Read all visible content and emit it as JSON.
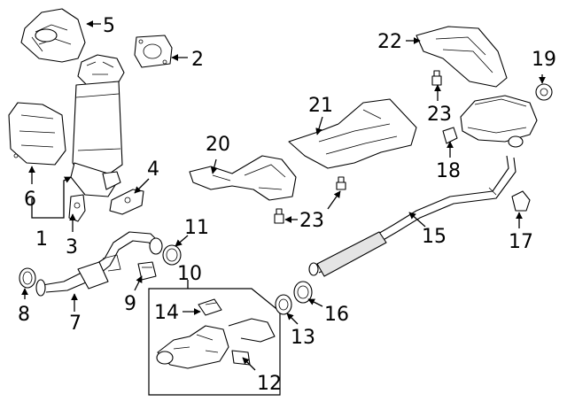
{
  "callouts": {
    "c1": "1",
    "c2": "2",
    "c3": "3",
    "c4": "4",
    "c5": "5",
    "c6": "6",
    "c7": "7",
    "c8": "8",
    "c9": "9",
    "c10": "10",
    "c11": "11",
    "c12": "12",
    "c13": "13",
    "c14": "14",
    "c15": "15",
    "c16": "16",
    "c17": "17",
    "c18": "18",
    "c19": "19",
    "c20": "20",
    "c21": "21",
    "c22": "22",
    "c23a": "23",
    "c23b": "23"
  }
}
